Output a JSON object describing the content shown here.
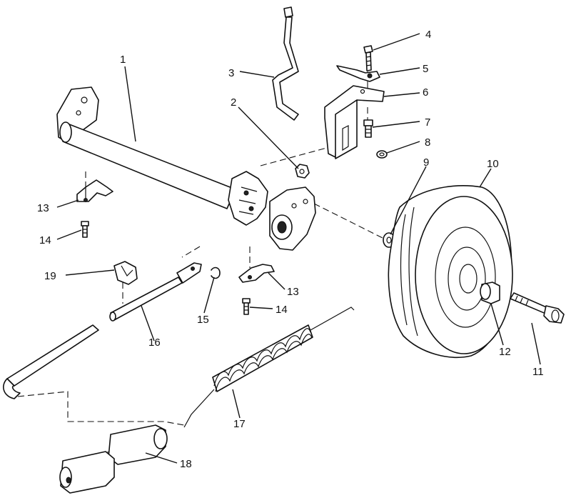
{
  "diagram": {
    "callouts": [
      {
        "id": "c1",
        "label": "1"
      },
      {
        "id": "c2",
        "label": "2"
      },
      {
        "id": "c3",
        "label": "3"
      },
      {
        "id": "c4",
        "label": "4"
      },
      {
        "id": "c5",
        "label": "5"
      },
      {
        "id": "c6",
        "label": "6"
      },
      {
        "id": "c7",
        "label": "7"
      },
      {
        "id": "c8",
        "label": "8"
      },
      {
        "id": "c9",
        "label": "9"
      },
      {
        "id": "c10",
        "label": "10"
      },
      {
        "id": "c11",
        "label": "11"
      },
      {
        "id": "c12",
        "label": "12"
      },
      {
        "id": "c13a",
        "label": "13"
      },
      {
        "id": "c13b",
        "label": "13"
      },
      {
        "id": "c14a",
        "label": "14"
      },
      {
        "id": "c14b",
        "label": "14"
      },
      {
        "id": "c15",
        "label": "15"
      },
      {
        "id": "c16",
        "label": "16"
      },
      {
        "id": "c17",
        "label": "17"
      },
      {
        "id": "c18",
        "label": "18"
      },
      {
        "id": "c19",
        "label": "19"
      }
    ]
  }
}
